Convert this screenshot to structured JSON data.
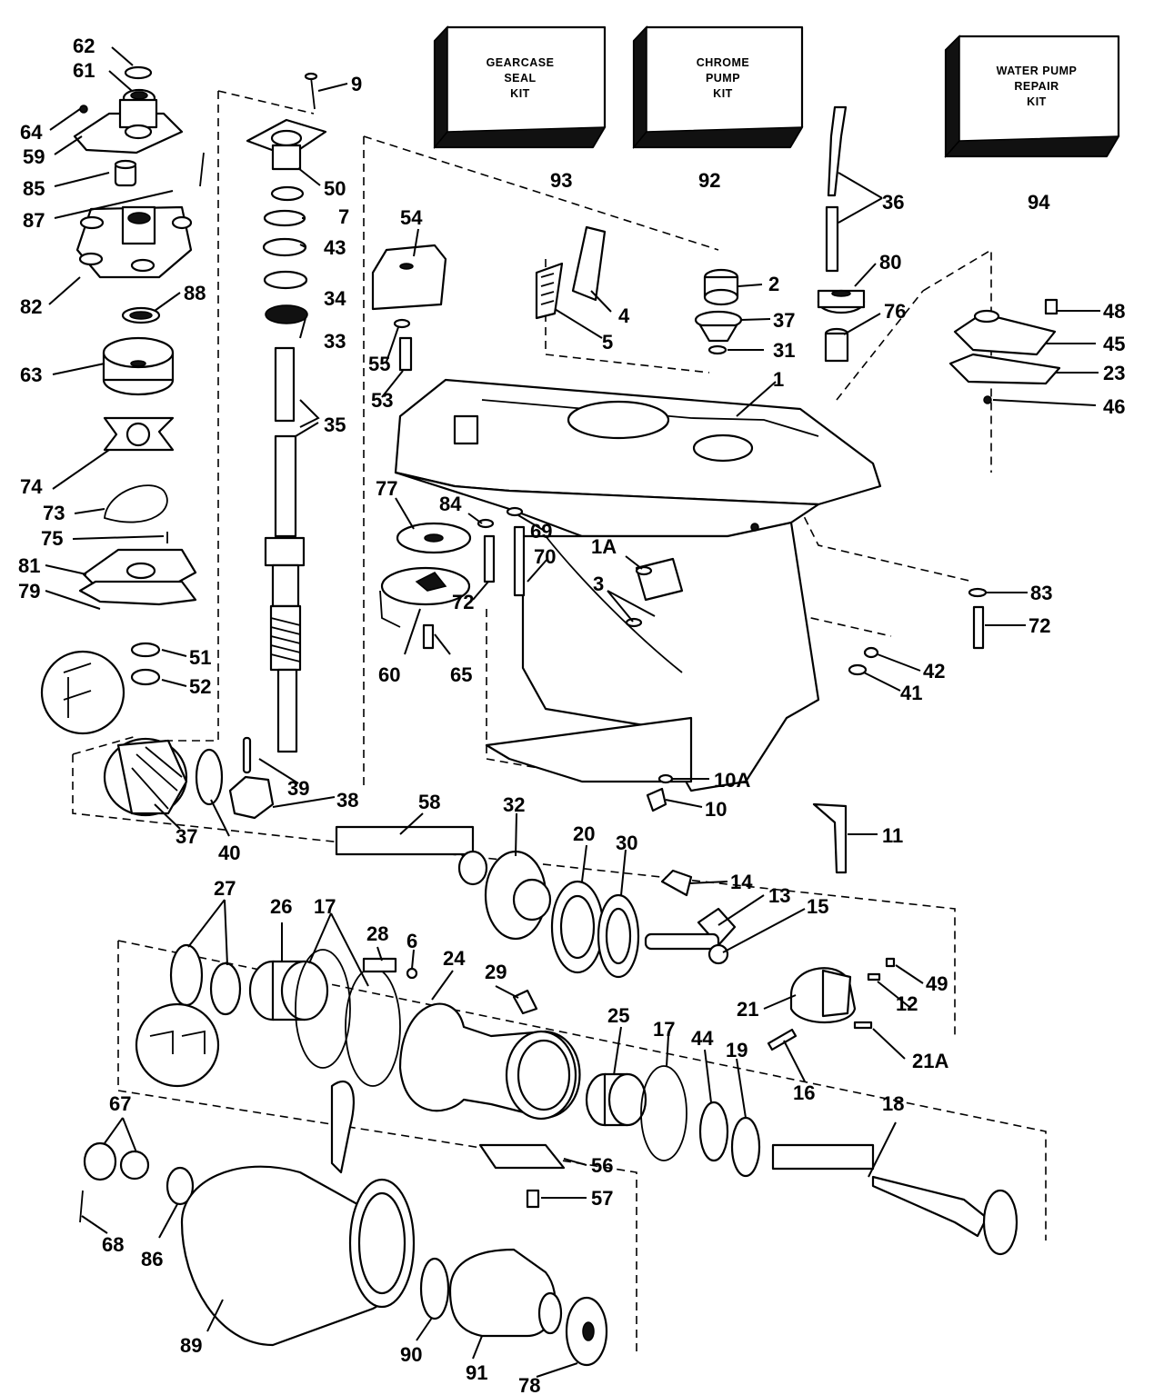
{
  "kits": [
    {
      "lines": [
        "GEARCASE",
        "SEAL",
        "KIT"
      ],
      "part": "93"
    },
    {
      "lines": [
        "CHROME",
        "PUMP",
        "KIT"
      ],
      "part": "92"
    },
    {
      "lines": [
        "WATER PUMP",
        "REPAIR",
        "KIT"
      ],
      "part": "94"
    }
  ],
  "callouts": {
    "c62": "62",
    "c61": "61",
    "c64": "64",
    "c59": "59",
    "c85": "85",
    "c87": "87",
    "c82": "82",
    "c88": "88",
    "c63": "63",
    "c74": "74",
    "c73": "73",
    "c75": "75",
    "c81": "81",
    "c79": "79",
    "c51": "51",
    "c52": "52",
    "c9": "9",
    "c50": "50",
    "c7": "7",
    "c43": "43",
    "c34": "34",
    "c33": "33",
    "c35": "35",
    "c39": "39",
    "c38": "38",
    "c54": "54",
    "c55": "55",
    "c53": "53",
    "c5": "5",
    "c4": "4",
    "c2": "2",
    "c37a": "37",
    "c31": "31",
    "c1": "1",
    "c36": "36",
    "c80": "80",
    "c76": "76",
    "c48": "48",
    "c45": "45",
    "c23": "23",
    "c46": "46",
    "c77": "77",
    "c84": "84",
    "c69": "69",
    "c70": "70",
    "c72a": "72",
    "c60": "60",
    "c65": "65",
    "c1A": "1A",
    "c3": "3",
    "c83": "83",
    "c72b": "72",
    "c42": "42",
    "c41": "41",
    "c10A": "10A",
    "c10": "10",
    "c11": "11",
    "c37b": "37",
    "c40": "40",
    "c58": "58",
    "c32": "32",
    "c20": "20",
    "c30": "30",
    "c14": "14",
    "c13": "13",
    "c15": "15",
    "c27": "27",
    "c26": "26",
    "c17a": "17",
    "c28": "28",
    "c6": "6",
    "c24": "24",
    "c29": "29",
    "c21": "21",
    "c12": "12",
    "c49": "49",
    "c21A": "21A",
    "c16": "16",
    "c25": "25",
    "c17b": "17",
    "c44": "44",
    "c19": "19",
    "c18": "18",
    "c67": "67",
    "c68": "68",
    "c86": "86",
    "c56": "56",
    "c57": "57",
    "c89": "89",
    "c90": "90",
    "c91": "91",
    "c78": "78"
  }
}
